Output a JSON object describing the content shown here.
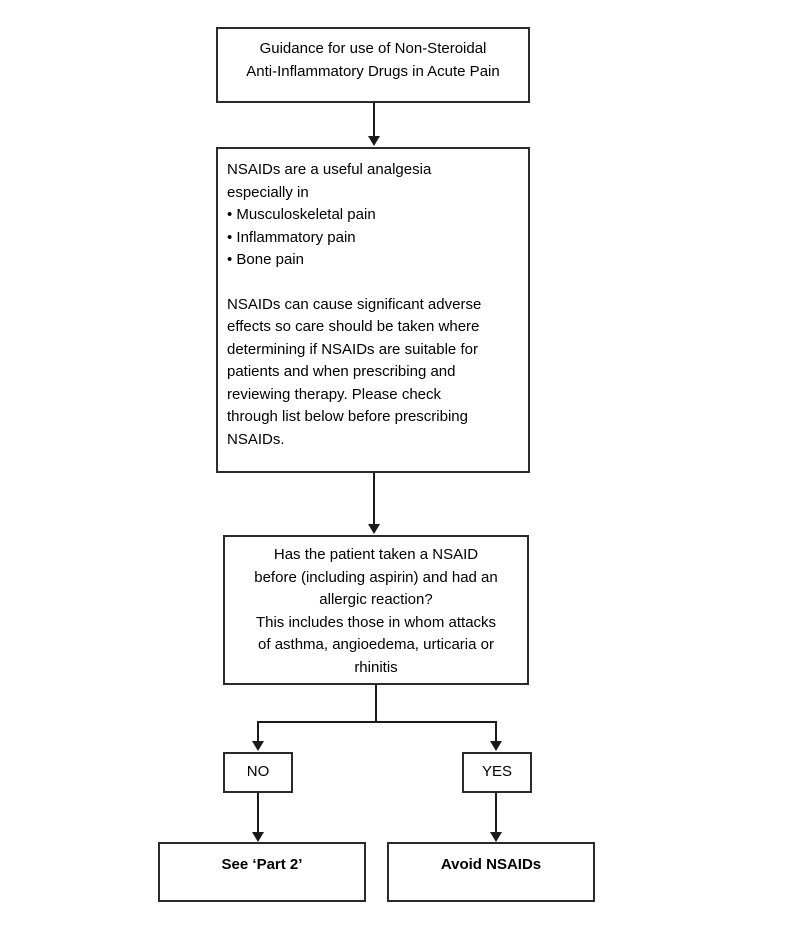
{
  "diagram": {
    "title": "Guidance for use of Non-Steroidal Anti-Inflammatory Drugs in Acute Pain",
    "type": "flowchart",
    "background_color": "#ffffff",
    "line_color": "#1a1a1a",
    "box_border_color": "#2b2b2b",
    "text_color": "#000000"
  },
  "nodes": {
    "title_box": {
      "text": "Guidance for use of Non-Steroidal\nAnti-Inflammatory Drugs in Acute Pain"
    },
    "info_box": {
      "intro": "NSAIDs are a useful analgesia\nespecially in",
      "bullets": [
        "• Musculoskeletal pain",
        "• Inflammatory pain",
        "• Bone pain"
      ],
      "body": "NSAIDs can cause significant adverse\neffects so care should be taken where\ndetermining if NSAIDs are suitable for\npatients and when prescribing and\nreviewing therapy. Please check\nthrough list below before prescribing\nNSAIDs."
    },
    "question_box": {
      "text": "Has the patient taken a NSAID\nbefore (including aspirin) and had an\nallergic reaction?\nThis includes those in whom attacks\nof asthma, angioedema, urticaria or\nrhinitis"
    },
    "branch_no": {
      "label": "NO"
    },
    "branch_yes": {
      "label": "YES"
    },
    "outcome_no": {
      "label": "See ‘Part 2’"
    },
    "outcome_yes": {
      "label": "Avoid NSAIDs"
    }
  }
}
